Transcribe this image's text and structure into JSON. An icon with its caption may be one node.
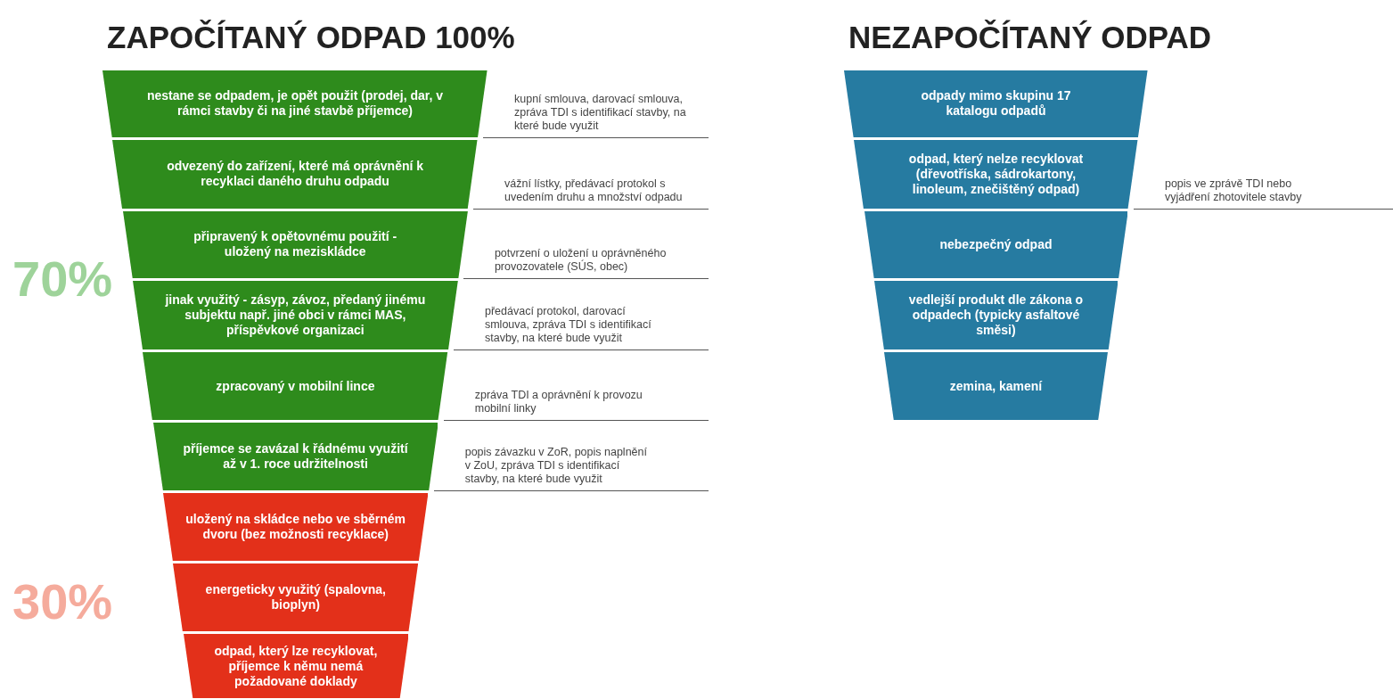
{
  "diagram": {
    "nodes": [
      {
        "text": [
          "nestane se odpadem, je opět použit (prodej, dar, v rámci stavby či na jiné stavbě příjemce)"
        ],
        "beside": [
          "kupní smlouva, darovací smlouva, zpráva TDI s identifikací stavby, na které bude využit"
        ]
      },
      {
        "text": [
          "odvezený do zařízení, které má oprávnění k recyklaci daného druhu odpadu"
        ],
        "beside": [
          "vážní lístky, předávací protokol s uvedením druhu a množství odpadu"
        ]
      },
      {
        "text": [
          "připravený k opětovnému použití - uložený na meziskládce"
        ],
        "beside": [
          "potvrzení o uložení u oprávněného provozovatele (SÚS, obec)"
        ]
      },
      {
        "text": [
          "jinak využitý - zásyp, závoz, předaný jinému subjektu např. jiné obci v rámci MAS, příspěvkové organizaci"
        ],
        "beside": [
          "předávací protokol, darovací smlouva, zpráva TDI s identifikací stavby, na které bude využit"
        ]
      },
      {
        "text": [
          "zpracovaný v mobilní lince"
        ],
        "beside": [
          "zpráva TDI a oprávnění k provozu mobilní linky"
        ]
      },
      {
        "text": [
          "příjemce se zavázal k řádnému využití až v 1. roce udržitelnosti"
        ],
        "beside": [
          "popis závazku v ZoR, popis naplnění v ZoU, zpráva TDI s identifikací stavby, na které bude využit"
        ]
      },
      {
        "text": [
          "uložený na skládce nebo ve  sběrném dvoru (bez možnosti recyklace)"
        ]
      },
      {
        "text": [
          "energeticky využitý (spalovna, bioplyn)"
        ]
      },
      {
        "text": [
          "odpad, který lze recyklovat, příjemce k němu nemá požadované doklady"
        ]
      },
      {
        "text": [
          "odpady mimo skupinu 17 katalogu odpadů"
        ]
      },
      {
        "text": [
          "odpad, který nelze recyklovat (dřevotříska, sádrokartony, linoleum, znečištěný odpad)"
        ],
        "beside": [
          "popis ve zprávě TDI nebo vyjádření zhotovitele stavby"
        ]
      },
      {
        "text": [
          "nebezpečný odpad"
        ]
      },
      {
        "text": [
          "vedlejší produkt dle zákona o odpadech (typicky asfaltové směsi)"
        ]
      },
      {
        "text": [
          "zemina, kamení"
        ]
      }
    ],
    "labels": [
      "ZAPOČÍTANÝ ODPAD 100%",
      "NEZAPOČÍTANÝ ODPAD",
      "70%",
      "30%"
    ]
  }
}
